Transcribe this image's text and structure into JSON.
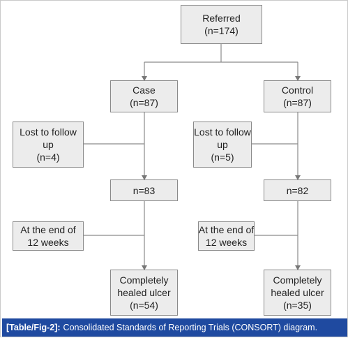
{
  "nodes": {
    "referred": {
      "title": "Referred",
      "count": "(n=174)"
    },
    "case": {
      "title": "Case",
      "count": "(n=87)"
    },
    "control": {
      "title": "Control",
      "count": "(n=87)"
    },
    "lost_case": {
      "line1": "Lost to follow",
      "line2": "up",
      "count": "(n=4)"
    },
    "lost_control": {
      "line1": "Lost to follow",
      "line2": "up",
      "count": "(n=5)"
    },
    "n_case": {
      "count": "n=83"
    },
    "n_control": {
      "count": "n=82"
    },
    "end_case": {
      "line1": "At the end of",
      "line2": "12 weeks"
    },
    "end_control": {
      "line1": "At the end of",
      "line2": "12 weeks"
    },
    "healed_case": {
      "line1": "Completely",
      "line2": "healed ulcer",
      "count": "(n=54)"
    },
    "healed_control": {
      "line1": "Completely",
      "line2": "healed ulcer",
      "count": "(n=35)"
    }
  },
  "caption": {
    "label": "[Table/Fig-2]:",
    "text": "Consolidated Standards of Reporting Trials (CONSORT) diagram."
  },
  "colors": {
    "box_fill": "#ececec",
    "box_border": "#8a8a8a",
    "connector": "#8a8a8a",
    "caption_bg": "#1f4aa0",
    "caption_text": "#ffffff"
  }
}
